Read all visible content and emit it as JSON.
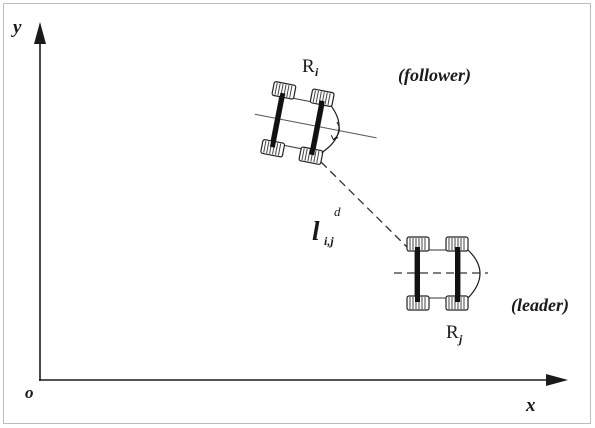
{
  "axes": {
    "y_label": "y",
    "x_label": "x",
    "origin_label": "o"
  },
  "follower": {
    "name": "R",
    "subscript": "i",
    "role": "(follower)"
  },
  "leader": {
    "name": "R",
    "subscript": "j",
    "role": "(leader)"
  },
  "distance": {
    "symbol": "l",
    "superscript": "d",
    "subscript": "i,j"
  },
  "colors": {
    "ink": "#1a1a1a",
    "background": "#ffffff"
  }
}
